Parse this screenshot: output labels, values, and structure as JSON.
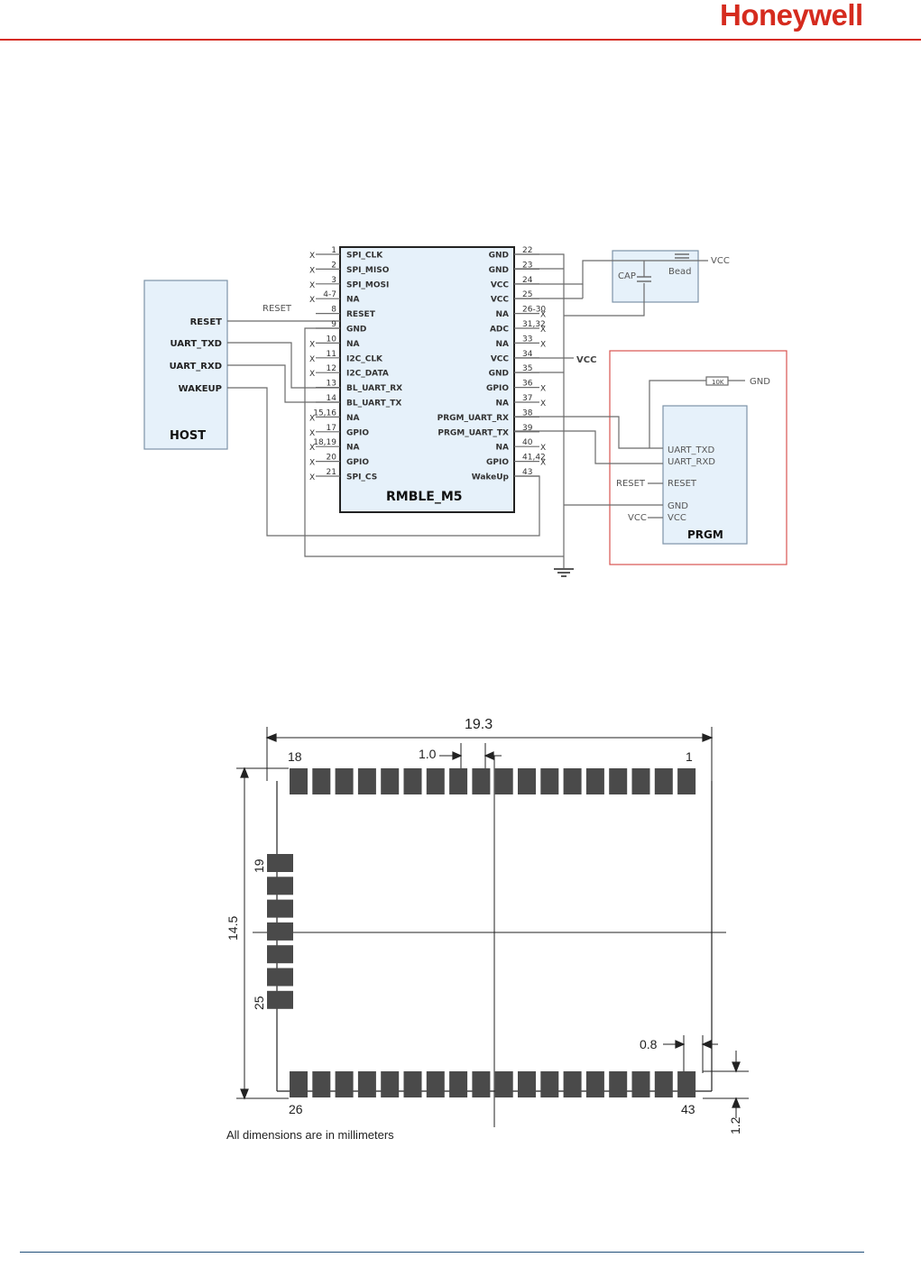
{
  "header": {
    "logo": "Honeywell"
  },
  "schematic": {
    "host_block": {
      "title": "HOST",
      "pins": [
        "RESET",
        "UART_TXD",
        "UART_RXD",
        "WAKEUP"
      ]
    },
    "reset_net": "RESET",
    "module": {
      "name": "RMBLE_M5",
      "left_pins": [
        {
          "num": "1",
          "name": "SPI_CLK",
          "nc": "X"
        },
        {
          "num": "2",
          "name": "SPI_MISO",
          "nc": "X"
        },
        {
          "num": "3",
          "name": "SPI_MOSI",
          "nc": "X"
        },
        {
          "num": "4-7",
          "name": "NA",
          "nc": "X"
        },
        {
          "num": "8",
          "name": "RESET",
          "nc": ""
        },
        {
          "num": "9",
          "name": "GND",
          "nc": ""
        },
        {
          "num": "10",
          "name": "NA",
          "nc": "X"
        },
        {
          "num": "11",
          "name": "I2C_CLK",
          "nc": "X"
        },
        {
          "num": "12",
          "name": "I2C_DATA",
          "nc": "X"
        },
        {
          "num": "13",
          "name": "BL_UART_RX",
          "nc": ""
        },
        {
          "num": "14",
          "name": "BL_UART_TX",
          "nc": ""
        },
        {
          "num": "15,16",
          "name": "NA",
          "nc": "X"
        },
        {
          "num": "17",
          "name": "GPIO",
          "nc": "X"
        },
        {
          "num": "18,19",
          "name": "NA",
          "nc": "X"
        },
        {
          "num": "20",
          "name": "GPIO",
          "nc": "X"
        },
        {
          "num": "21",
          "name": "SPI_CS",
          "nc": "X"
        }
      ],
      "right_pins": [
        {
          "num": "22",
          "name": "GND",
          "nc": ""
        },
        {
          "num": "23",
          "name": "GND",
          "nc": ""
        },
        {
          "num": "24",
          "name": "VCC",
          "nc": ""
        },
        {
          "num": "25",
          "name": "VCC",
          "nc": ""
        },
        {
          "num": "26-30",
          "name": "NA",
          "nc": "X"
        },
        {
          "num": "31,32",
          "name": "ADC",
          "nc": "X"
        },
        {
          "num": "33",
          "name": "NA",
          "nc": "X"
        },
        {
          "num": "34",
          "name": "VCC",
          "nc": ""
        },
        {
          "num": "35",
          "name": "GND",
          "nc": ""
        },
        {
          "num": "36",
          "name": "GPIO",
          "nc": "X"
        },
        {
          "num": "37",
          "name": "NA",
          "nc": "X"
        },
        {
          "num": "38",
          "name": "PRGM_UART_RX",
          "nc": ""
        },
        {
          "num": "39",
          "name": "PRGM_UART_TX",
          "nc": ""
        },
        {
          "num": "40",
          "name": "NA",
          "nc": "X"
        },
        {
          "num": "41,42",
          "name": "GPIO",
          "nc": "X"
        },
        {
          "num": "43",
          "name": "WakeUp",
          "nc": ""
        }
      ]
    },
    "power_block": {
      "cap": "CAP",
      "bead": "Bead",
      "vcc": "VCC"
    },
    "vcc_34": "VCC",
    "prgm_block": {
      "title": "PRGM",
      "resistor": "10K",
      "gnd": "GND",
      "pins": [
        "UART_TXD",
        "UART_RXD",
        "RESET",
        "GND",
        "VCC"
      ],
      "ext_reset": "RESET",
      "ext_vcc": "VCC"
    }
  },
  "footprint": {
    "width": "19.3",
    "height": "14.5",
    "pitch": "1.0",
    "pad_width": "0.8",
    "pad_length": "1.2",
    "pin_labels": {
      "top_left": "18",
      "top_right": "1",
      "left_top": "19",
      "left_bottom": "25",
      "bottom_left": "26",
      "bottom_right": "43"
    },
    "note": "All dimensions are in millimeters"
  }
}
